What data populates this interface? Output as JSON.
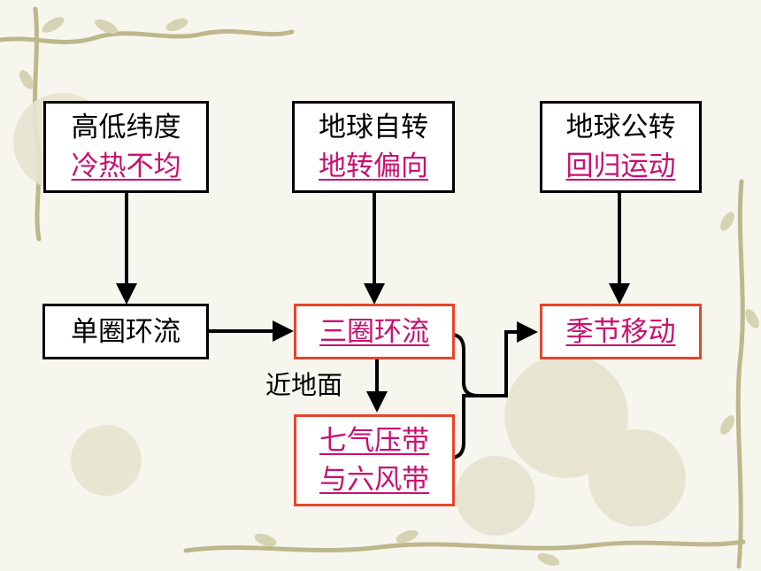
{
  "boxes": {
    "lat": {
      "line1": "高低纬度",
      "line2": "冷热不均"
    },
    "rot": {
      "line1": "地球自转",
      "line2": "地转偏向"
    },
    "rev": {
      "line1": "地球公转",
      "line2": "回归运动"
    },
    "single": {
      "label": "单圈环流"
    },
    "triple": {
      "label": "三圈环流"
    },
    "season": {
      "label": "季节移动"
    },
    "belts": {
      "line1": "七气压带",
      "line2": "与六风带"
    }
  },
  "labels": {
    "near_surface": "近地面"
  },
  "colors": {
    "highlight_text": "#c8106e",
    "highlight_border": "#e8442a",
    "plain_border": "#000000",
    "background": "#f7f6ee",
    "vine": "#b9b58a"
  }
}
